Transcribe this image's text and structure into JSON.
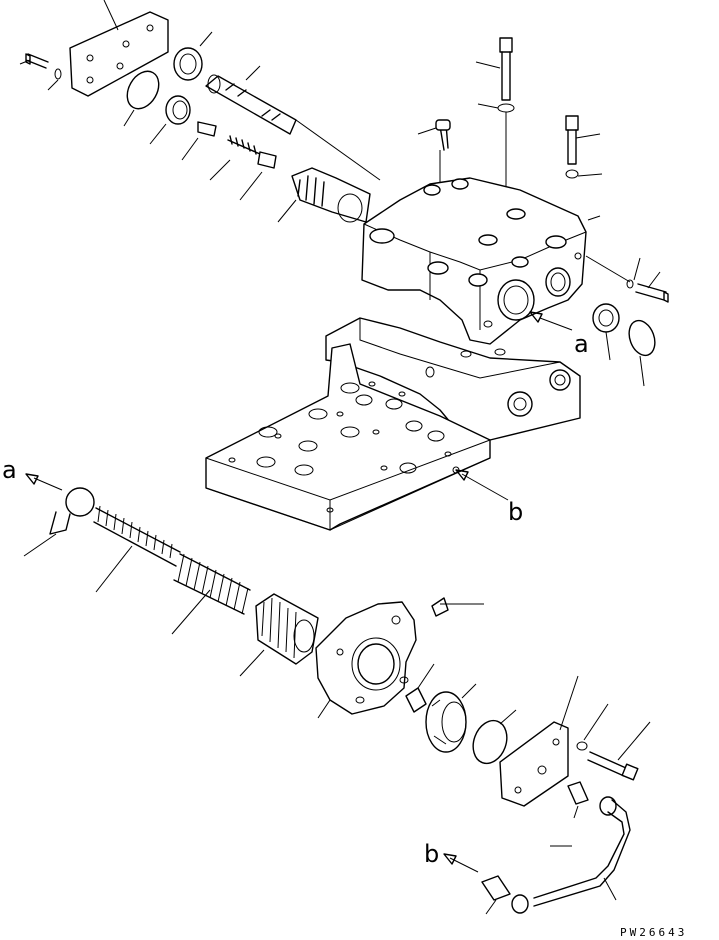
{
  "diagram": {
    "callout_a": "a",
    "callout_b": "b",
    "drawing_code": "PW26643"
  }
}
